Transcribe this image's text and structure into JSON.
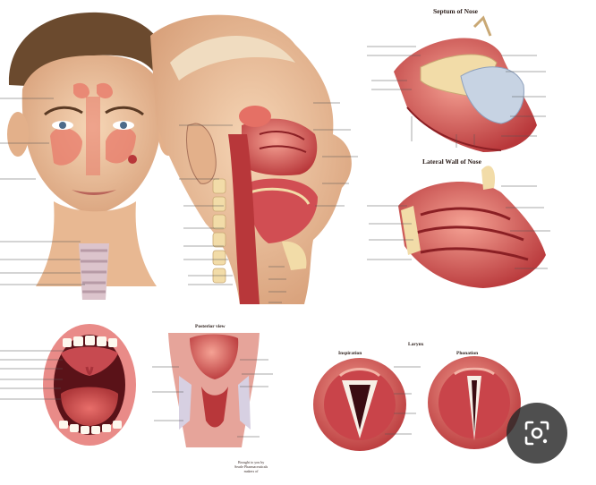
{
  "titles": {
    "septum": "Septum of Nose",
    "lateral_wall": "Lateral Wall of Nose",
    "posterior": "Posterior view",
    "larynx": "Larynx",
    "inspiration": "Inspiration",
    "phonation": "Phonation"
  },
  "credit_lines": [
    "Brought to you by",
    "Searle Pharmaceuticals",
    "makers of"
  ],
  "colors": {
    "tissue": "#e87a6a",
    "deep_tissue": "#b8373a",
    "skin": "#f0c7a2",
    "hair": "#6b4a2e",
    "bone": "#f2dca8",
    "cartilage": "#e7c6a8",
    "lens_overlay": "#2a2a2a"
  },
  "icons": {
    "lens": "image-search-icon"
  }
}
